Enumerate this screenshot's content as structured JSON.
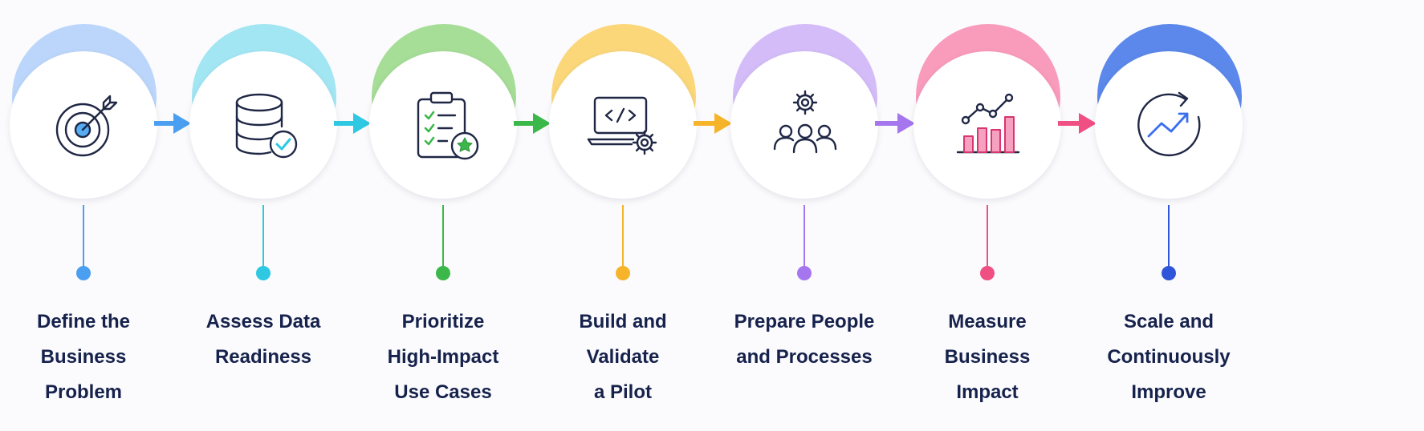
{
  "diagram": {
    "steps": [
      {
        "lines": [
          "Define the",
          "Business",
          "Problem"
        ],
        "icon": "target-icon",
        "color": "#4a9ff0",
        "arc": "#bcd6fb"
      },
      {
        "lines": [
          "Assess Data",
          "Readiness"
        ],
        "icon": "database-check-icon",
        "color": "#2ec8e2",
        "arc": "#a3e6f3"
      },
      {
        "lines": [
          "Prioritize",
          "High-Impact",
          "Use Cases"
        ],
        "icon": "clipboard-checklist-icon",
        "color": "#3cb84a",
        "arc": "#a6dd97"
      },
      {
        "lines": [
          "Build and",
          "Validate",
          "a Pilot"
        ],
        "icon": "laptop-code-gear-icon",
        "color": "#f6b42a",
        "arc": "#fbd77a"
      },
      {
        "lines": [
          "Prepare People",
          "and Processes"
        ],
        "icon": "team-gear-icon",
        "color": "#a576ee",
        "arc": "#d4bcf8"
      },
      {
        "lines": [
          "Measure",
          "Business",
          "Impact"
        ],
        "icon": "bar-line-chart-icon",
        "color": "#ef4f82",
        "arc": "#f99bbb"
      },
      {
        "lines": [
          "Scale and",
          "Continuously",
          "Improve"
        ],
        "icon": "growth-cycle-icon",
        "color": "#2f56d8",
        "arc": "#5b88ea"
      }
    ]
  }
}
